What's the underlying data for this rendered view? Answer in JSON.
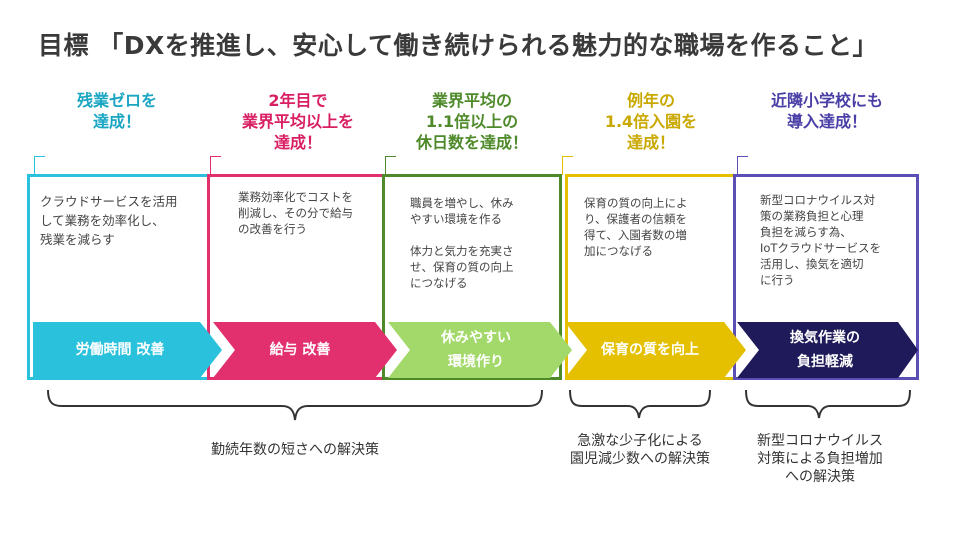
{
  "title": "目標 「DXを推進し、安心して働き続けられる魅力的な職場を作ること」",
  "colors": {
    "cyan": "#29c1dc",
    "pink": "#e2306f",
    "green": "#a3d96a",
    "green_dark": "#4e8a2a",
    "yellow": "#e5c000",
    "navy": "#1f1a5a",
    "purple": "#5b4fb5"
  },
  "columns": [
    {
      "goal": "残業ゼロを\n達成！",
      "desc": "クラウドサービスを活用\nして業務を効率化し、\n残業を減らす",
      "label": "労働時間 改善"
    },
    {
      "goal": "2年目で\n業界平均以上を\n達成！",
      "desc": "業務効率化でコストを\n削減し、その分で給与\nの改善を行う",
      "label": "給与 改善"
    },
    {
      "goal": "業界平均の\n1.1倍以上の\n休日数を達成！",
      "desc": "職員を増やし、休み\nやすい環境を作る\n\n体力と気力を充実さ\nせ、保育の質の向上\nにつなげる",
      "label": "休みやすい\n環境作り"
    },
    {
      "goal": "例年の\n1.4倍入園を\n達成！",
      "desc": "保育の質の向上によ\nり、保護者の信頼を\n得て、入園者数の増\n加につなげる",
      "label": "保育の質を向上"
    },
    {
      "goal": "近隣小学校にも\n導入達成！",
      "desc": "新型コロナウイルス対\n策の業務負担と心理\n負担を減らす為、\nIoTクラウドサービスを\n活用し、換気を適切\nに行う",
      "label": "換気作業の\n負担軽減"
    }
  ],
  "solutions": [
    "勤続年数の短さへの解決策",
    "急激な少子化による\n園児減少数への解決策",
    "新型コロナウイルス\n対策による負担増加\nへの解決策"
  ]
}
